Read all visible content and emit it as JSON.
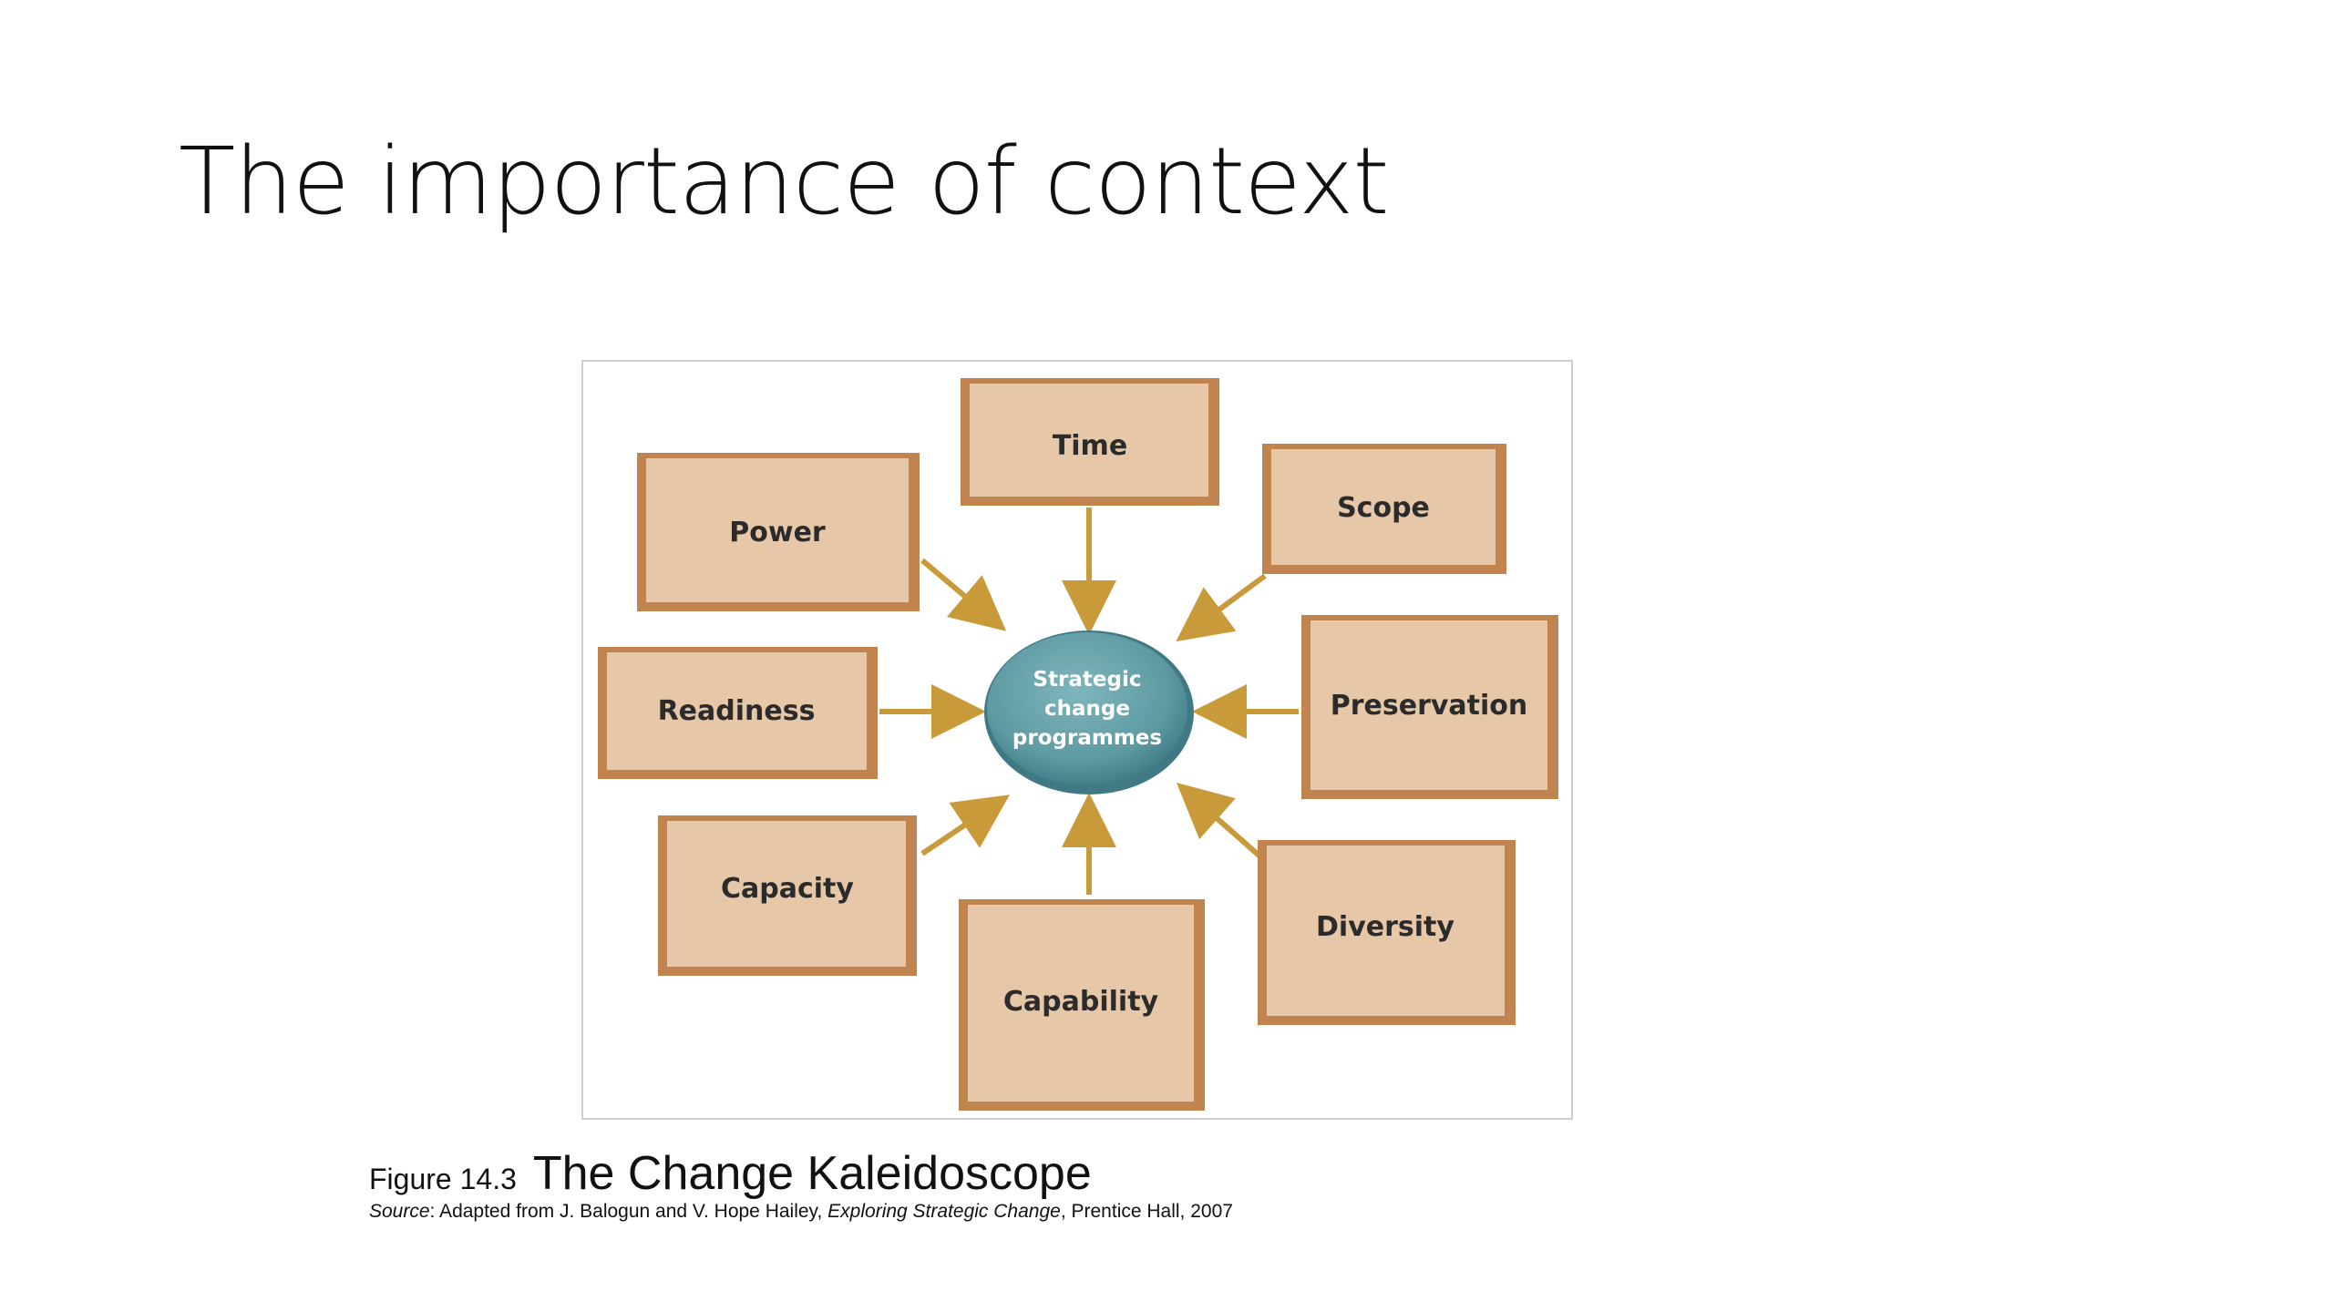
{
  "slide": {
    "title": "The importance of context"
  },
  "diagram": {
    "hub": {
      "lines": [
        "Strategic",
        "change",
        "programmes"
      ]
    },
    "factors": [
      "Time",
      "Scope",
      "Preservation",
      "Diversity",
      "Capability",
      "Capacity",
      "Readiness",
      "Power"
    ],
    "colors": {
      "box_fill": "#e6c7a7",
      "box_border": "#c2844f",
      "arrow": "#c99a3a",
      "hub_fill": "#5e9aa2",
      "hub_edge": "#3f7a84",
      "hub_text": "#ffffff"
    }
  },
  "caption": {
    "figure_number": "Figure 14.3",
    "figure_title": "The Change Kaleidoscope",
    "source_label": "Source",
    "source_text": ": Adapted from J. Balogun and V. Hope Hailey, ",
    "source_book": "Exploring Strategic Change",
    "source_end": ", Prentice Hall, 2007"
  }
}
